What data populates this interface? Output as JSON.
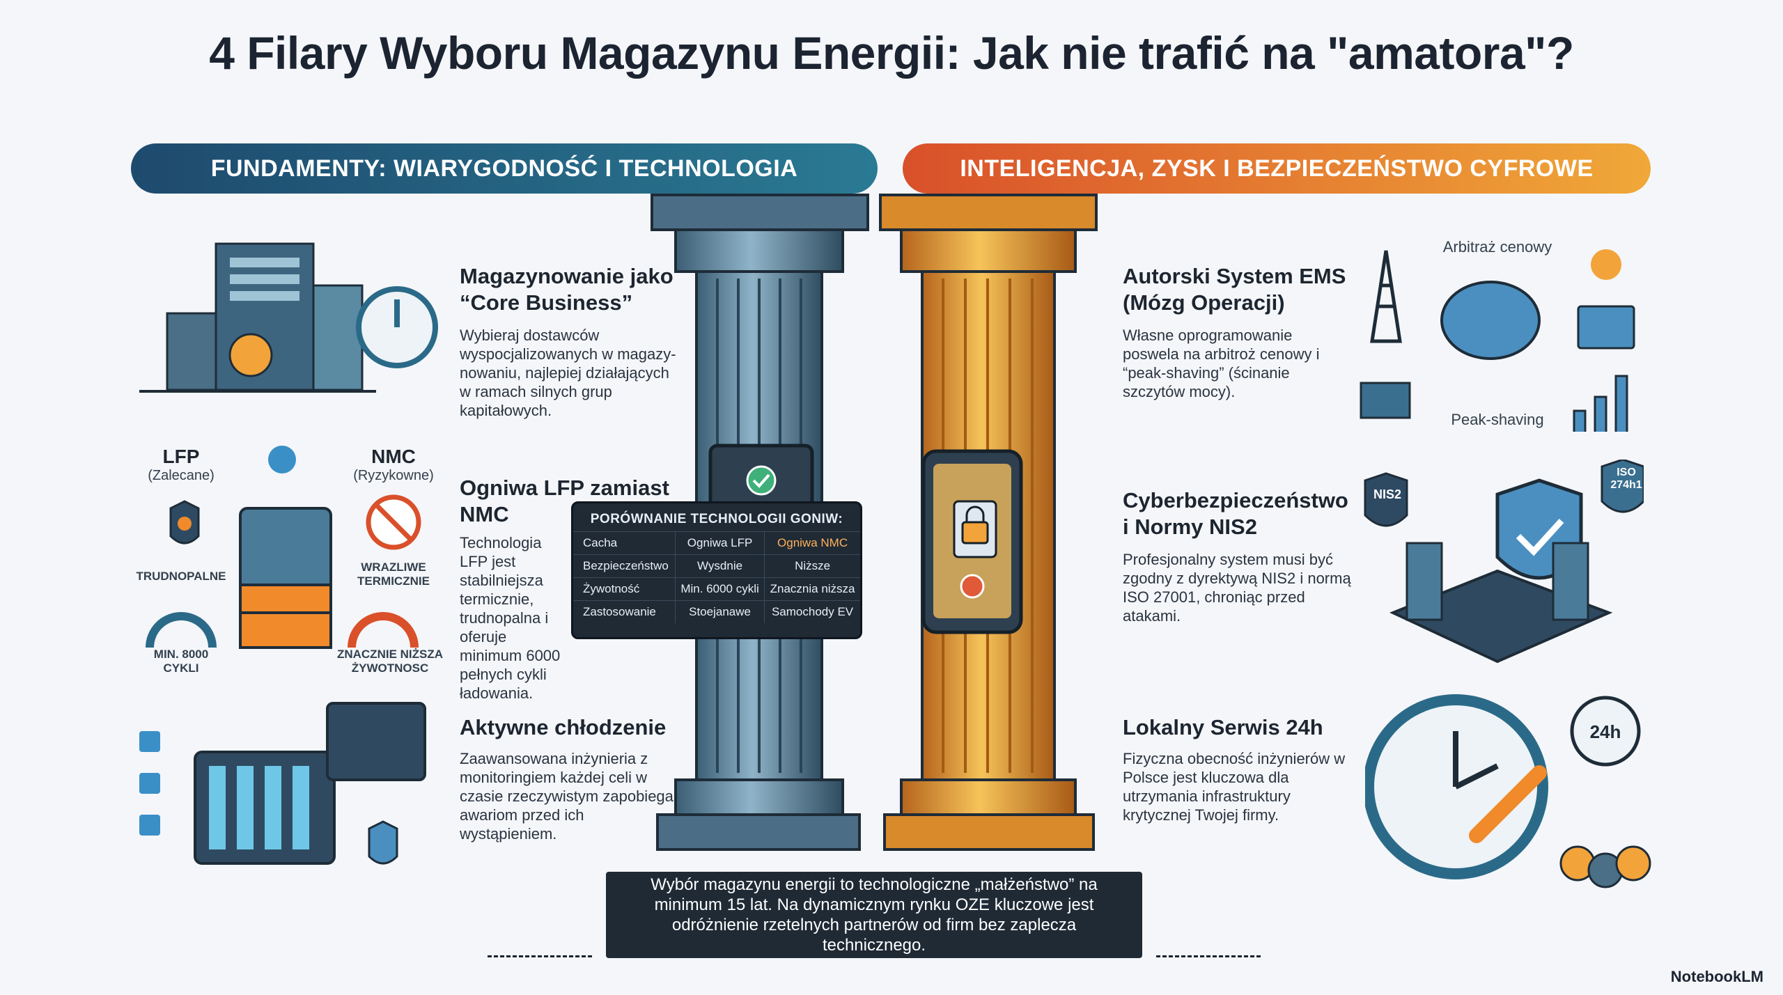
{
  "title": "4 Filary Wyboru Magazynu Energii: Jak nie trafić na \"amatora\"?",
  "banners": {
    "left": "FUNDAMENTY: WIARYGODNOŚĆ I TECHNOLOGIA",
    "right": "INTELIGENCJA, ZYSK I BEZPIECZEŃSTWO CYFROWE"
  },
  "left_sections": [
    {
      "heading": "Magazynowanie jako “Core Business”",
      "body": "Wybieraj dostawców wyspocjalizowanych w magazy-nowaniu, najlepiej działających w ramach silnych grup kapitałowych."
    },
    {
      "heading": "Ogniwa LFP zamiast NMC",
      "body": "Technologia LFP jest stabilniejsza termicznie, trudnopalna i oferuje minimum 6000 pełnych cykli ładowania."
    },
    {
      "heading": "Aktywne chłodzenie",
      "body": "Zaawansowana inżynieria z monitoringiem każdej celi w czasie rzeczywistym zapobiega awariom przed ich wystąpieniem."
    }
  ],
  "right_sections": [
    {
      "heading": "Autorski System EMS (Mózg Operacji)",
      "body": "Własne oprogramowanie poswela na arbitroż cenowy i “peak-shaving” (ścinanie szczytów mocy)."
    },
    {
      "heading": "Cyberbezpieczeństwo i Normy NIS2",
      "body": "Profesjonalny system musi być zgodny z dyrektywą NIS2 i normą ISO 27001, chroniąc przed atakami."
    },
    {
      "heading": "Lokalny Serwis 24h",
      "body": "Fizyczna obecność inżynierów w Polsce jest kluczowa dla utrzymania infrastruktury krytycznej Twojej firmy."
    }
  ],
  "battery_compare": {
    "lfp": {
      "name": "LFP",
      "note": "(Zalecane)",
      "tag1": "TRUDNOPALNE",
      "tag2": "MIN. 8000 CYKLI"
    },
    "nmc": {
      "name": "NMC",
      "note": "(Ryzykowne)",
      "tag1": "WRAZLIWE TERMICZNIE",
      "tag2": "ZNACZNIE NIŻSZA ŻYWOTNOSC"
    }
  },
  "table": {
    "title": "PORÓWNANIE TECHNOLOGII GONIW:",
    "rows": [
      [
        "Cacha",
        "Ogniwa LFP",
        "Ogniwa NMC"
      ],
      [
        "Bezpieczeństwo",
        "Wysdnie",
        "Niższe"
      ],
      [
        "Żywotność",
        "Min. 6000 cykli",
        "Znacznia niższa"
      ],
      [
        "Zastosowanie",
        "Stoejanawe",
        "Samochody EV"
      ]
    ]
  },
  "icon_labels": {
    "arbitrage": "Arbitraż cenowy",
    "peak": "Peak-shaving",
    "nis2": "NIS2",
    "iso": "ISO 274h1",
    "clock24": "24h"
  },
  "footer": "Wybór magazynu energii to technologiczne „małżeństwo” na minimum 15 lat. Na dynamicznym rynku OZE kluczowe jest odróżnienie rzetelnych partnerów od firm bez zaplecza technicznego.",
  "brand": "NotebookLM",
  "colors": {
    "navy": "#1e4a6e",
    "teal": "#2a7a94",
    "orange": "#f0a838",
    "red_orange": "#d9502a"
  }
}
